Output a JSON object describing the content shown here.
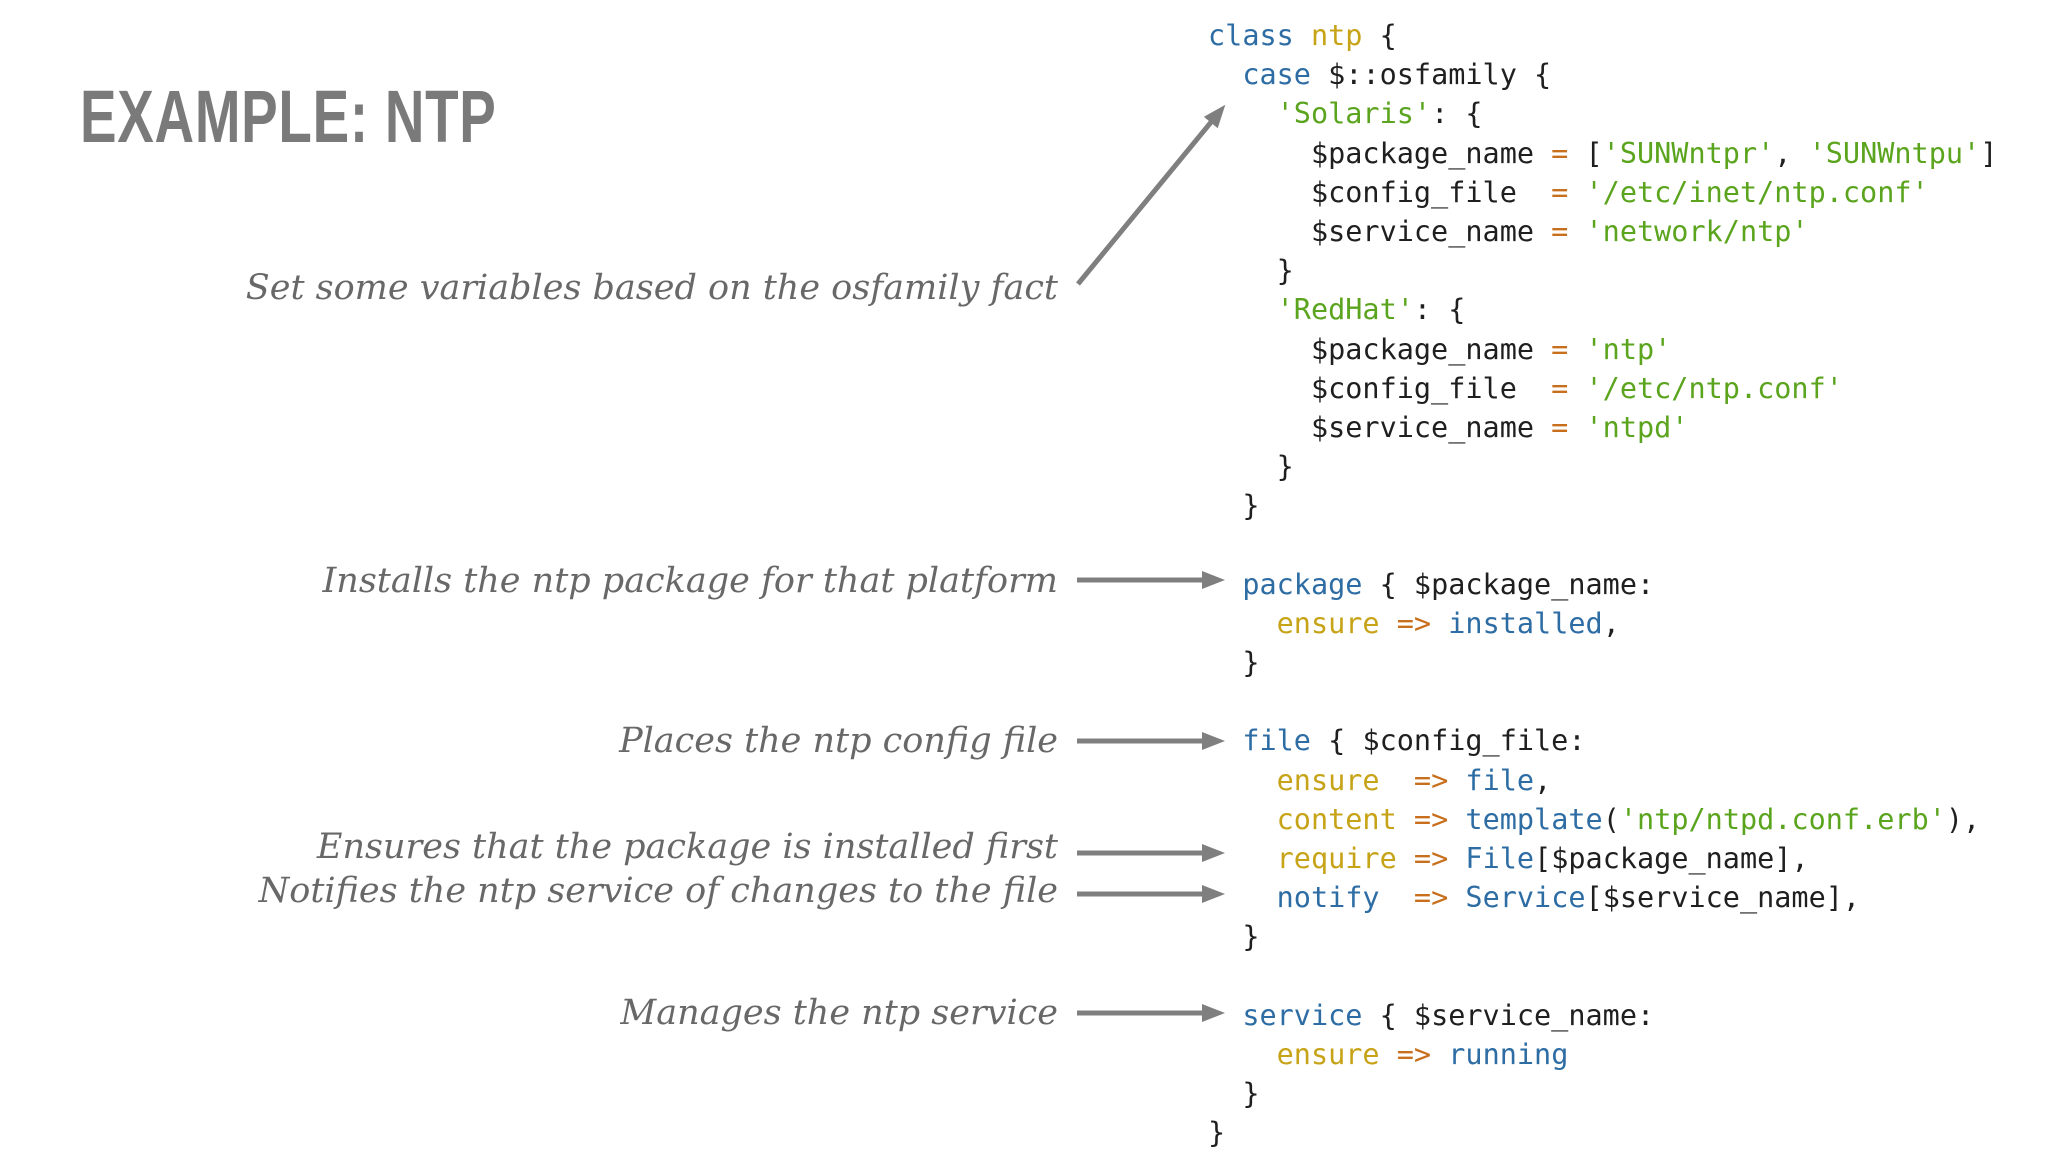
{
  "title": "EXAMPLE: NTP",
  "annotations": [
    {
      "text": "Set some variables based on the osfamily fact"
    },
    {
      "text": "Installs the ntp package for that platform"
    },
    {
      "text": "Places the ntp config file"
    },
    {
      "text": "Ensures that the package is installed first"
    },
    {
      "text": "Notifies the ntp service of changes to the file"
    },
    {
      "text": "Manages the ntp service"
    }
  ],
  "colors": {
    "keyword": "#2e6da4",
    "string": "#5ba41e",
    "operator": "#c86f1d",
    "attribute": "#c7a317",
    "plain": "#1f1f1f",
    "annotation_text": "#686868",
    "title_text": "#7a7a7a",
    "arrow": "#7f7f7f",
    "background": "#ffffff"
  },
  "code": {
    "language": "puppet",
    "lines": [
      [
        [
          "kw",
          "class "
        ],
        [
          "attr",
          "ntp "
        ],
        [
          "plain",
          "{"
        ]
      ],
      [
        [
          "plain",
          "  "
        ],
        [
          "kw",
          "case "
        ],
        [
          "plain",
          "$::osfamily {"
        ]
      ],
      [
        [
          "plain",
          "    "
        ],
        [
          "str",
          "'Solaris'"
        ],
        [
          "plain",
          ": {"
        ]
      ],
      [
        [
          "plain",
          "      $package_name "
        ],
        [
          "op",
          "="
        ],
        [
          "plain",
          " ["
        ],
        [
          "str",
          "'SUNWntpr'"
        ],
        [
          "plain",
          ", "
        ],
        [
          "str",
          "'SUNWntpu'"
        ],
        [
          "plain",
          "]"
        ]
      ],
      [
        [
          "plain",
          "      $config_file  "
        ],
        [
          "op",
          "="
        ],
        [
          "plain",
          " "
        ],
        [
          "str",
          "'/etc/inet/ntp.conf'"
        ]
      ],
      [
        [
          "plain",
          "      $service_name "
        ],
        [
          "op",
          "="
        ],
        [
          "plain",
          " "
        ],
        [
          "str",
          "'network/ntp'"
        ]
      ],
      [
        [
          "plain",
          "    }"
        ]
      ],
      [
        [
          "plain",
          "    "
        ],
        [
          "str",
          "'RedHat'"
        ],
        [
          "plain",
          ": {"
        ]
      ],
      [
        [
          "plain",
          "      $package_name "
        ],
        [
          "op",
          "="
        ],
        [
          "plain",
          " "
        ],
        [
          "str",
          "'ntp'"
        ]
      ],
      [
        [
          "plain",
          "      $config_file  "
        ],
        [
          "op",
          "="
        ],
        [
          "plain",
          " "
        ],
        [
          "str",
          "'/etc/ntp.conf'"
        ]
      ],
      [
        [
          "plain",
          "      $service_name "
        ],
        [
          "op",
          "="
        ],
        [
          "plain",
          " "
        ],
        [
          "str",
          "'ntpd'"
        ]
      ],
      [
        [
          "plain",
          "    }"
        ]
      ],
      [
        [
          "plain",
          "  }"
        ]
      ],
      [],
      [
        [
          "plain",
          "  "
        ],
        [
          "kw",
          "package"
        ],
        [
          "plain",
          " { $package_name:"
        ]
      ],
      [
        [
          "plain",
          "    "
        ],
        [
          "attr",
          "ensure"
        ],
        [
          "plain",
          " "
        ],
        [
          "op",
          "=>"
        ],
        [
          "plain",
          " "
        ],
        [
          "kw",
          "installed"
        ],
        [
          "plain",
          ","
        ]
      ],
      [
        [
          "plain",
          "  }"
        ]
      ],
      [],
      [
        [
          "plain",
          "  "
        ],
        [
          "kw",
          "file"
        ],
        [
          "plain",
          " { $config_file:"
        ]
      ],
      [
        [
          "plain",
          "    "
        ],
        [
          "attr",
          "ensure"
        ],
        [
          "plain",
          "  "
        ],
        [
          "op",
          "=>"
        ],
        [
          "plain",
          " "
        ],
        [
          "kw",
          "file"
        ],
        [
          "plain",
          ","
        ]
      ],
      [
        [
          "plain",
          "    "
        ],
        [
          "attr",
          "content"
        ],
        [
          "plain",
          " "
        ],
        [
          "op",
          "=>"
        ],
        [
          "plain",
          " "
        ],
        [
          "kw",
          "template"
        ],
        [
          "plain",
          "("
        ],
        [
          "str",
          "'ntp/ntpd.conf.erb'"
        ],
        [
          "plain",
          "),"
        ]
      ],
      [
        [
          "plain",
          "    "
        ],
        [
          "attr",
          "require"
        ],
        [
          "plain",
          " "
        ],
        [
          "op",
          "=>"
        ],
        [
          "plain",
          " "
        ],
        [
          "kw",
          "File"
        ],
        [
          "plain",
          "[$package_name],"
        ]
      ],
      [
        [
          "plain",
          "    "
        ],
        [
          "kw",
          "notify"
        ],
        [
          "plain",
          "  "
        ],
        [
          "op",
          "=>"
        ],
        [
          "plain",
          " "
        ],
        [
          "kw",
          "Service"
        ],
        [
          "plain",
          "[$service_name],"
        ]
      ],
      [
        [
          "plain",
          "  }"
        ]
      ],
      [],
      [
        [
          "plain",
          "  "
        ],
        [
          "kw",
          "service"
        ],
        [
          "plain",
          " { $service_name:"
        ]
      ],
      [
        [
          "plain",
          "    "
        ],
        [
          "attr",
          "ensure"
        ],
        [
          "plain",
          " "
        ],
        [
          "op",
          "=>"
        ],
        [
          "plain",
          " "
        ],
        [
          "kw",
          "running"
        ]
      ],
      [
        [
          "plain",
          "  }"
        ]
      ],
      [
        [
          "plain",
          "}"
        ]
      ]
    ]
  }
}
